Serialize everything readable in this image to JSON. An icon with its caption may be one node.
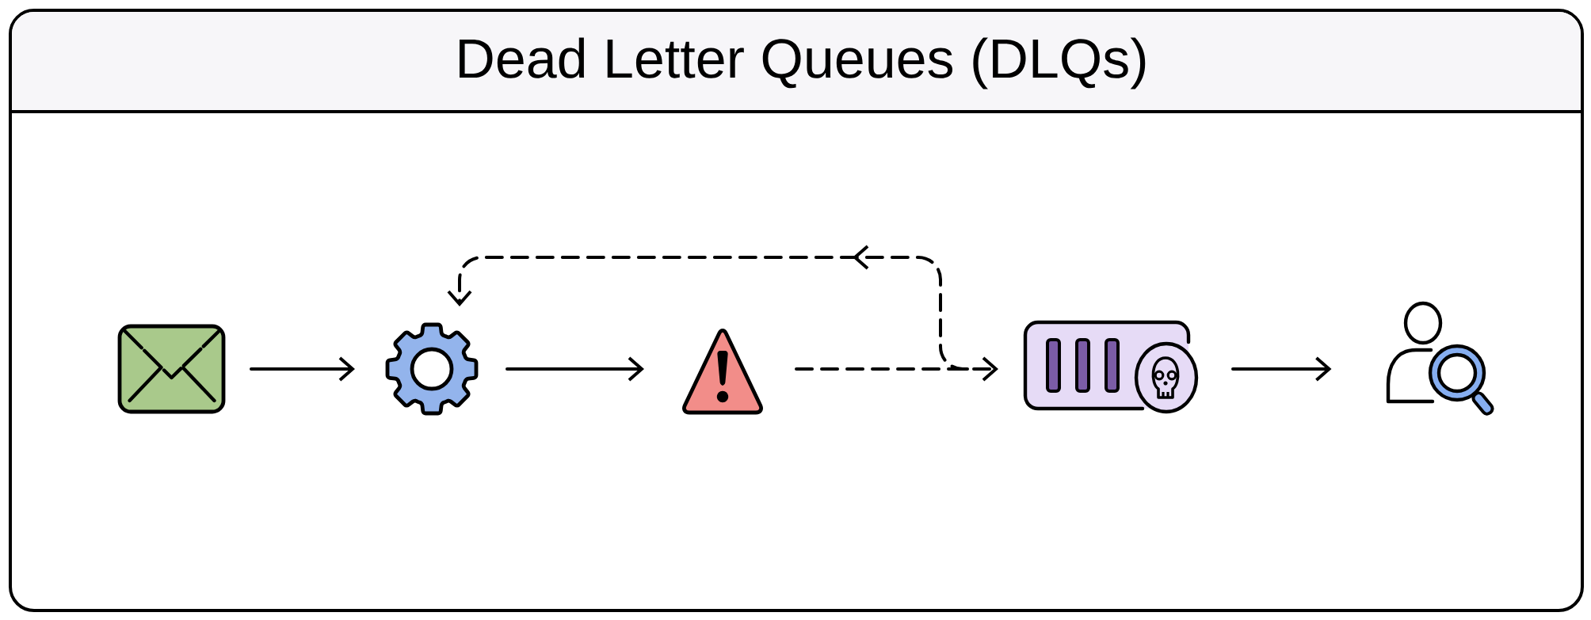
{
  "diagram": {
    "title": "Dead Letter Queues (DLQs)",
    "nodes": [
      {
        "text": [],
        "shape": "envelope"
      },
      {
        "text": [],
        "shape": "gear"
      },
      {
        "text": [],
        "shape": "triangle"
      },
      {
        "text": [],
        "shape": "box"
      },
      {
        "text": [],
        "shape": "person"
      }
    ],
    "edges": [
      {
        "from": 0,
        "to": 1,
        "arrow": "to"
      },
      {
        "from": 1,
        "to": 2,
        "arrow": "to"
      },
      {
        "from": 2,
        "to": 3,
        "arrow": "to",
        "style": "dashed"
      },
      {
        "from": 3,
        "to": 4,
        "arrow": "to"
      },
      {
        "from": 3,
        "to": 1,
        "arrow": "to",
        "style": "dashed"
      }
    ]
  }
}
